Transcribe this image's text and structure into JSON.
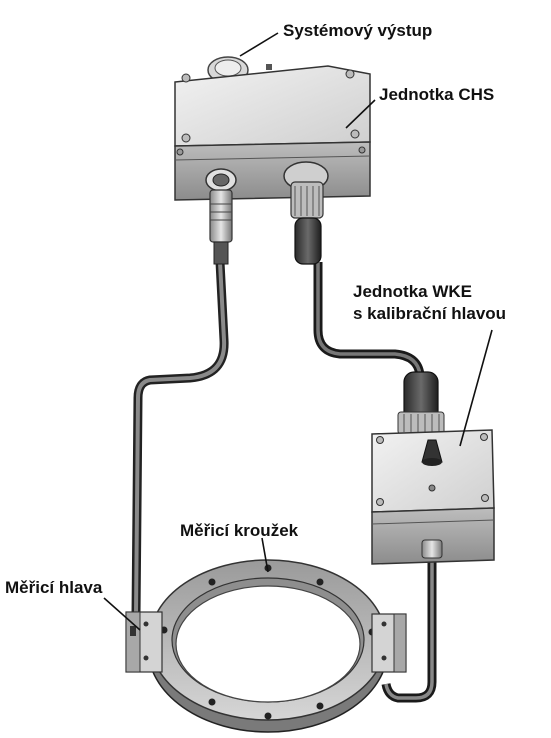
{
  "labels": {
    "system_output": "Systémový výstup",
    "chs_unit": "Jednotka CHS",
    "wke_unit": "Jednotka WKE\ns kalibrační hlavou",
    "measuring_ring": "Měřicí kroužek",
    "measuring_head": "Měřicí hlava"
  }
}
